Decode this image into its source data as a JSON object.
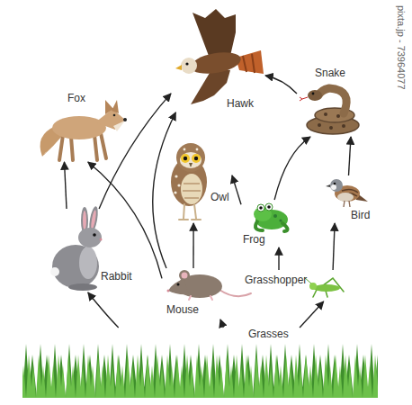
{
  "diagram": {
    "nodes": [
      {
        "text": [
          "Fox"
        ]
      },
      {
        "text": [
          "Hawk"
        ]
      },
      {
        "text": [
          "Snake"
        ]
      },
      {
        "text": [
          "Owl"
        ]
      },
      {
        "text": [
          "Frog"
        ]
      },
      {
        "text": [
          "Bird"
        ]
      },
      {
        "text": [
          "Rabbit"
        ]
      },
      {
        "text": [
          "Mouse"
        ]
      },
      {
        "text": [
          "Grasshopper"
        ]
      },
      {
        "text": [
          "Grasses"
        ]
      }
    ],
    "edges": [
      {
        "from": 9,
        "to": 6,
        "arrow": "to"
      },
      {
        "from": 9,
        "to": 7,
        "arrow": "to"
      },
      {
        "from": 9,
        "to": 8,
        "arrow": "to"
      },
      {
        "from": 6,
        "to": 0,
        "arrow": "to"
      },
      {
        "from": 6,
        "to": 1,
        "arrow": "to"
      },
      {
        "from": 7,
        "to": 0,
        "arrow": "to"
      },
      {
        "from": 7,
        "to": 1,
        "arrow": "to"
      },
      {
        "from": 7,
        "to": 3,
        "arrow": "to"
      },
      {
        "from": 8,
        "to": 4,
        "arrow": "to"
      },
      {
        "from": 8,
        "to": 5,
        "arrow": "to"
      },
      {
        "from": 4,
        "to": 3,
        "arrow": "to"
      },
      {
        "from": 4,
        "to": 2,
        "arrow": "to"
      },
      {
        "from": 5,
        "to": 2,
        "arrow": "to"
      },
      {
        "from": 2,
        "to": 1,
        "arrow": "to"
      }
    ],
    "labels": [
      "pixta.jp - 73964077"
    ]
  }
}
